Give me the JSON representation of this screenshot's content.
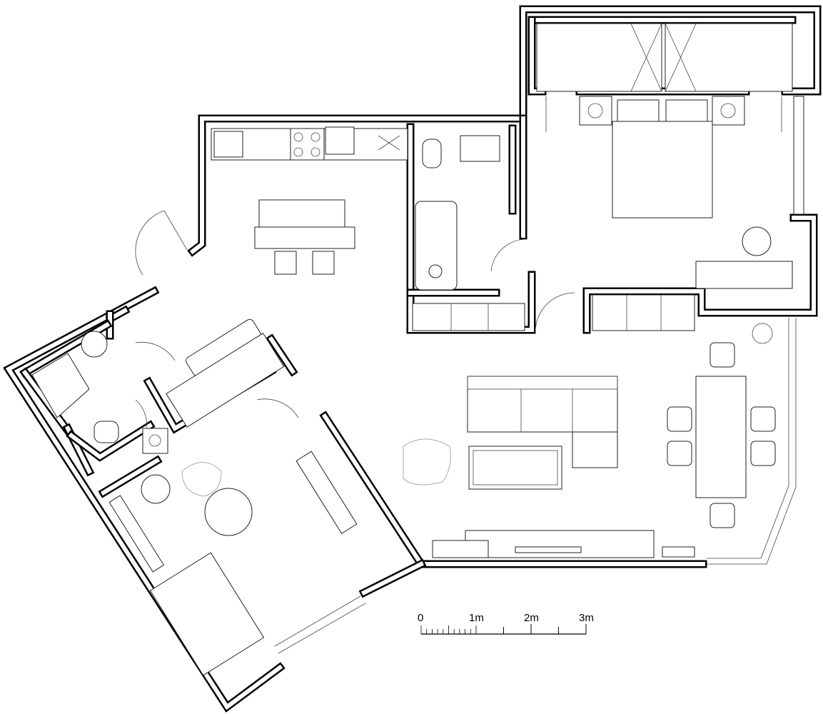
{
  "diagram": {
    "type": "floor-plan",
    "scale_bar": {
      "labels": [
        "0",
        "1m",
        "2m",
        "3m"
      ],
      "unit": "m"
    },
    "colors": {
      "walls": "#000000",
      "furniture": "#222222",
      "background": "#ffffff"
    }
  }
}
